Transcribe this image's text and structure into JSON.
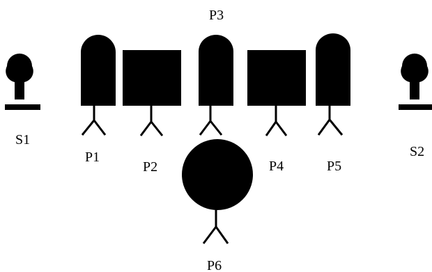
{
  "labels": {
    "s1": "S1",
    "s2": "S2",
    "p1": "P1",
    "p2": "P2",
    "p3": "P3",
    "p4": "P4",
    "p5": "P5",
    "p6": "P6"
  },
  "colors": {
    "ink": "#000000",
    "background": "#ffffff"
  }
}
